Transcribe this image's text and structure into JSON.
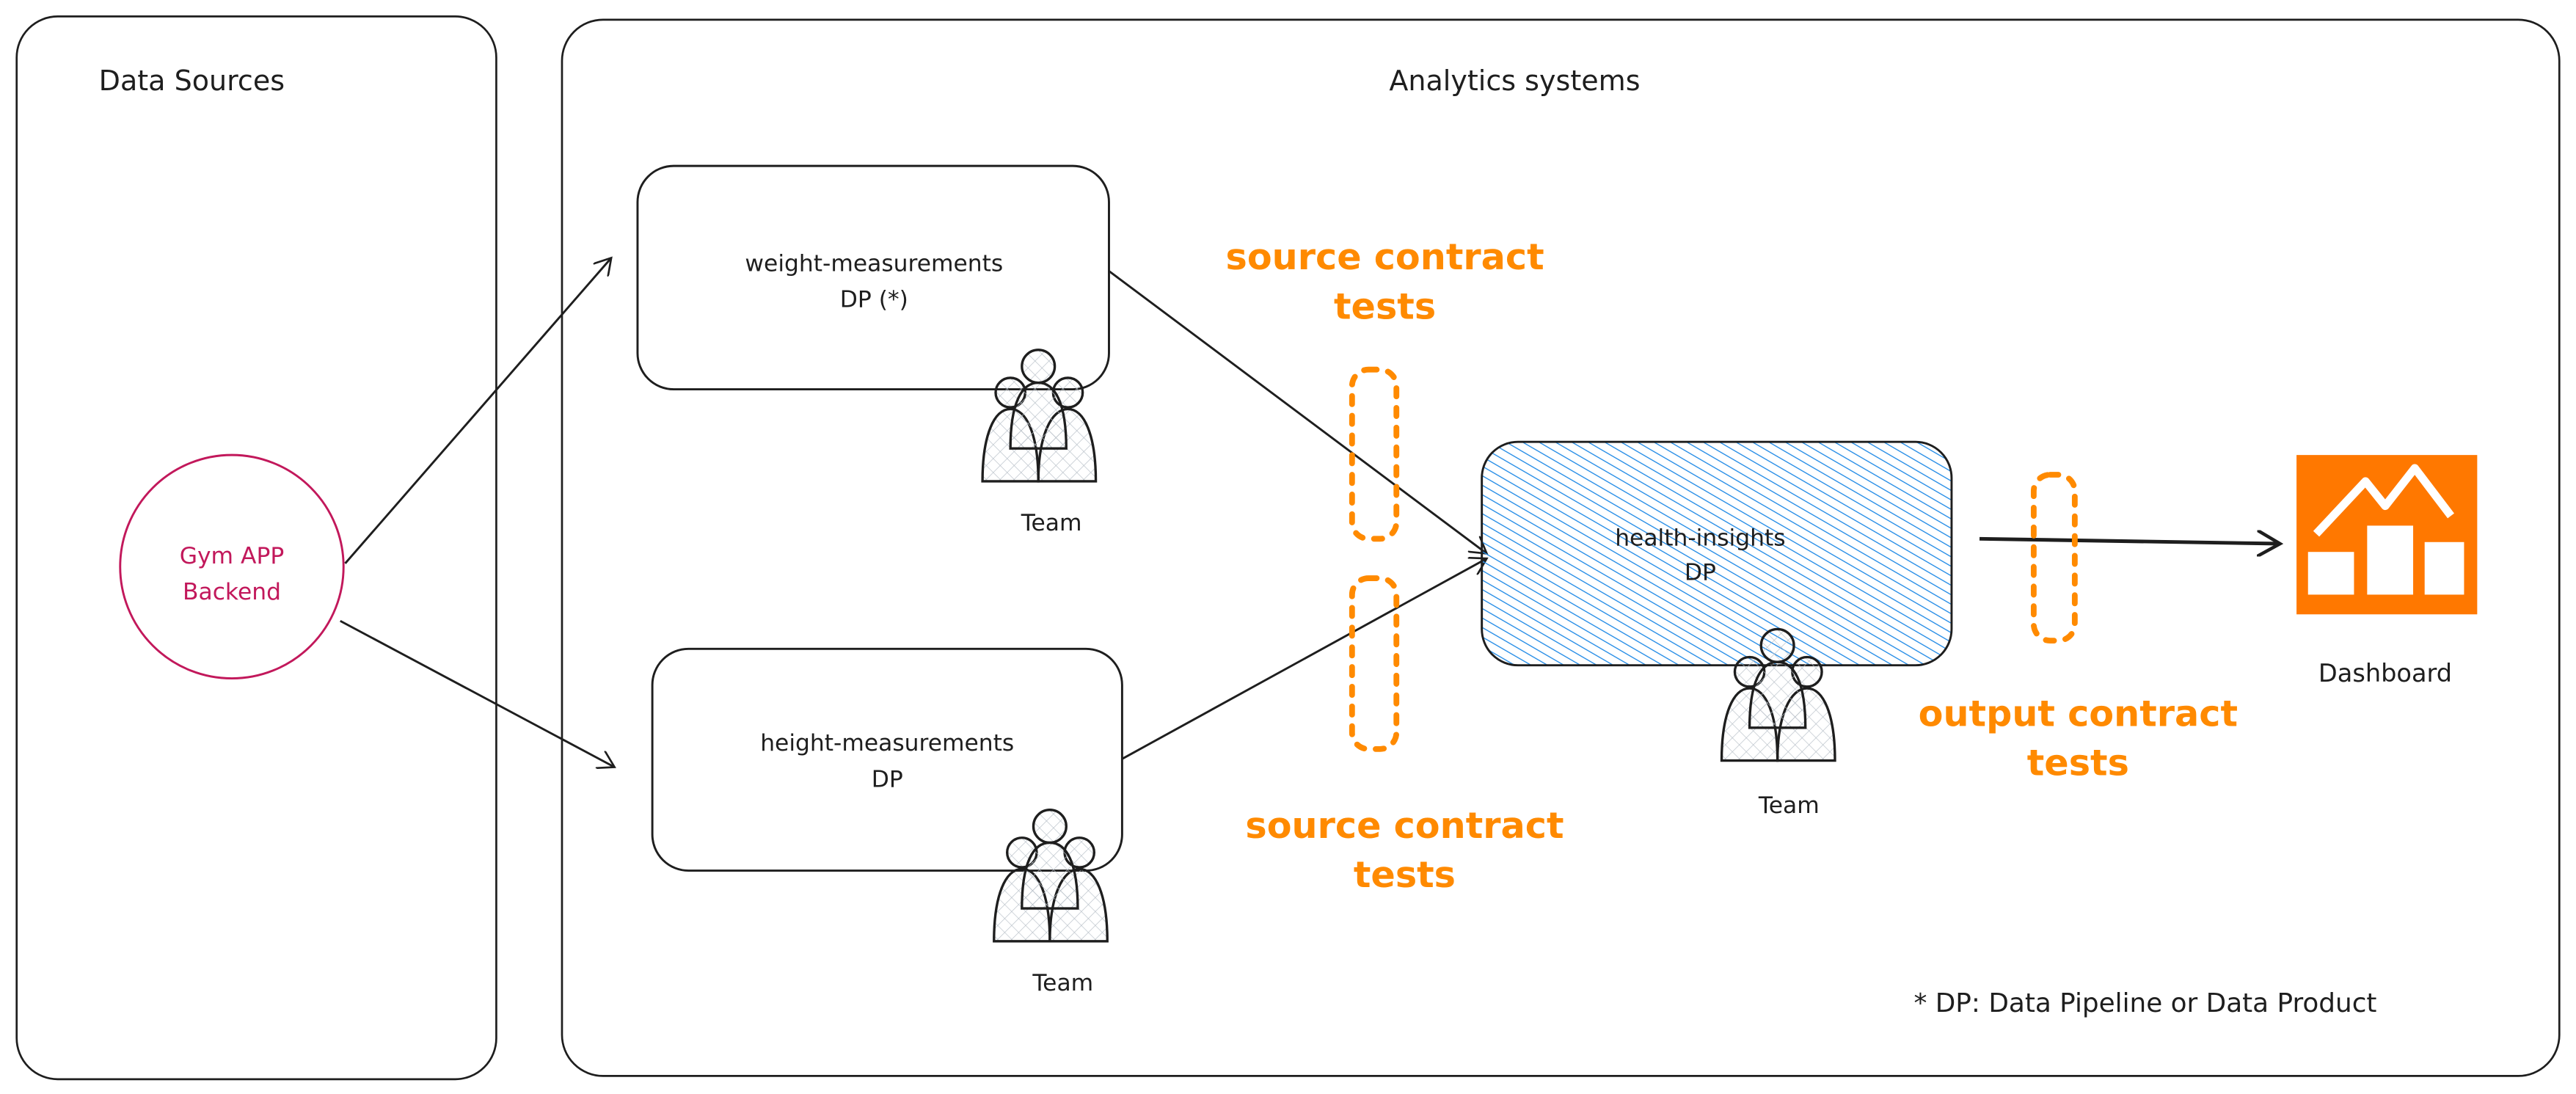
{
  "panels": {
    "data_sources_title": "Data Sources",
    "analytics_title": "Analytics systems"
  },
  "source": {
    "line1": "Gym APP",
    "line2": "Backend",
    "color": "#c2185b"
  },
  "nodes": {
    "weight": {
      "line1": "weight-measurements",
      "line2": "DP (*)"
    },
    "height": {
      "line1": "height-measurements",
      "line2": "DP"
    },
    "health": {
      "line1": "health-insights",
      "line2": "DP",
      "fill": "#228be6"
    }
  },
  "teams": {
    "weight": "Team",
    "height": "Team",
    "health": "Team"
  },
  "contracts": {
    "source_top": {
      "line1": "source contract",
      "line2": "tests"
    },
    "source_bottom": {
      "line1": "source contract",
      "line2": "tests"
    },
    "output": {
      "line1": "output contract",
      "line2": "tests"
    },
    "color": "#ff8a00"
  },
  "dashboard": {
    "label": "Dashboard",
    "color": "#ff7800",
    "icon": "dashboard-chart-icon"
  },
  "footnote": "* DP: Data Pipeline or Data Product"
}
